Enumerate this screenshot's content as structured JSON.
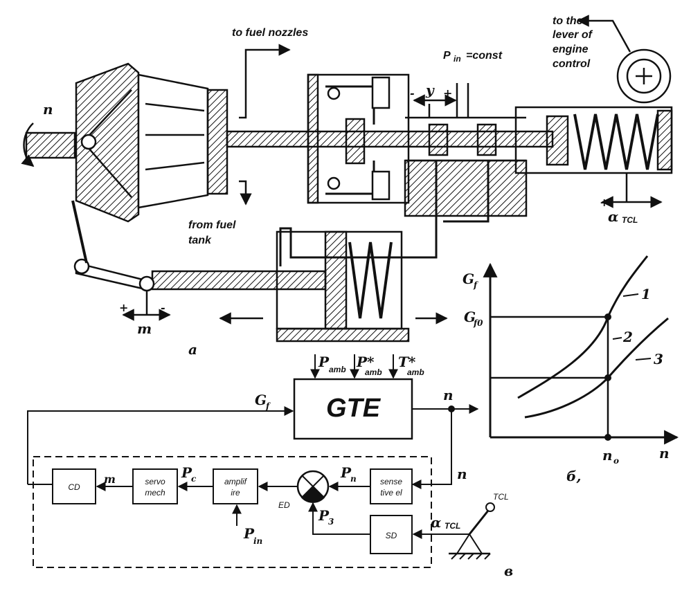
{
  "mechanism": {
    "fuel_nozzles": "to fuel nozzles",
    "pin_const": "P",
    "pin_sub": "in",
    "pin_rest": "=const",
    "lever_1": "to the",
    "lever_2": "lever of",
    "lever_3": "engine",
    "lever_4": "control",
    "from_tank_1": "from fuel",
    "from_tank_2": "tank",
    "n_label": "n",
    "y_label": "y",
    "minus": "-",
    "plus": "+",
    "m_label": "m",
    "alpha": "α",
    "alpha_sub": "TCL",
    "panel_letter": "a"
  },
  "chart": {
    "ylabel": "G",
    "ylabel_sub": "f",
    "y_tick": "G",
    "y_tick_sub": "f0",
    "x_tick": "n",
    "x_tick_sub": "o",
    "xlabel": "n",
    "curve_1": "1",
    "curve_2": "2",
    "curve_3": "3",
    "panel_letter": "б,"
  },
  "block_diagram": {
    "gte": "GTE",
    "p_amb": "P",
    "p_amb_sub": "amb",
    "p_star": "P*",
    "p_star_sub": "amb",
    "t_star": "T*",
    "t_star_sub": "amb",
    "gf": "G",
    "gf_sub": "f",
    "n_out": "n",
    "n_side": "n",
    "cd": "CD",
    "m": "m",
    "servo_1": "servo",
    "servo_2": "mech",
    "pc": "P",
    "pc_sub": "c",
    "amp_1": "amplif",
    "amp_2": "ire",
    "pin": "P",
    "pin_sub": "in",
    "ed": "ED",
    "pn": "P",
    "pn_sub": "n",
    "sens_1": "sense",
    "sens_2": "tive el",
    "p3": "P",
    "p3_sub": "3",
    "sd": "SD",
    "alpha": "α",
    "alpha_sub": "TCL",
    "tcl": "TCL",
    "panel_letter": "в"
  },
  "chart_data": {
    "type": "line",
    "xlabel": "n",
    "ylabel": "Gf",
    "x_ticks": [
      "n0"
    ],
    "y_ticks": [
      "Gf0"
    ],
    "series": [
      {
        "name": "1",
        "shape": "convex rising, passes through (n0, Gf0)"
      },
      {
        "name": "3",
        "shape": "convex rising, lower than curve 1"
      }
    ],
    "annotations": [
      "1",
      "2",
      "3"
    ]
  }
}
